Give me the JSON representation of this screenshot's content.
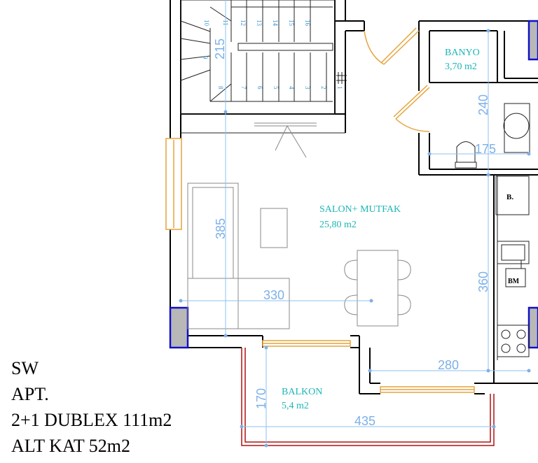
{
  "rooms": {
    "banyo": {
      "name": "BANYO",
      "area": "3,70 m2"
    },
    "salon": {
      "name": "SALON+ MUTFAK",
      "area": "25,80 m2"
    },
    "balkon": {
      "name": "BALKON",
      "area": "5,4 m2"
    }
  },
  "dimensions": {
    "stair_height": "215",
    "living_height": "385",
    "living_width": "330",
    "bath_height": "240",
    "bath_width": "175",
    "kitchen_height": "360",
    "kitchen_width": "280",
    "balcony_height": "170",
    "balcony_width": "435"
  },
  "stairs": {
    "upper_steps": [
      "10",
      "11",
      "12",
      "13",
      "14",
      "15",
      "16"
    ],
    "lower_steps": [
      "8",
      "7",
      "6",
      "5",
      "4",
      "3",
      "2",
      "1"
    ],
    "side_step": "9"
  },
  "appliances": {
    "dishwasher": "B.",
    "washer": "BM"
  },
  "info": {
    "line1": "SW",
    "line2": "APT.",
    "line3": "2+1 DUBLEX  111m2",
    "line4": "ALT KAT 52m2"
  },
  "colors": {
    "room_label": "#1fb5b5",
    "dimension": "#7db0e8",
    "wall": "#000000",
    "window": "#e6a43a",
    "column_outline": "#1010c8",
    "balcony_railing": "#b01010"
  }
}
